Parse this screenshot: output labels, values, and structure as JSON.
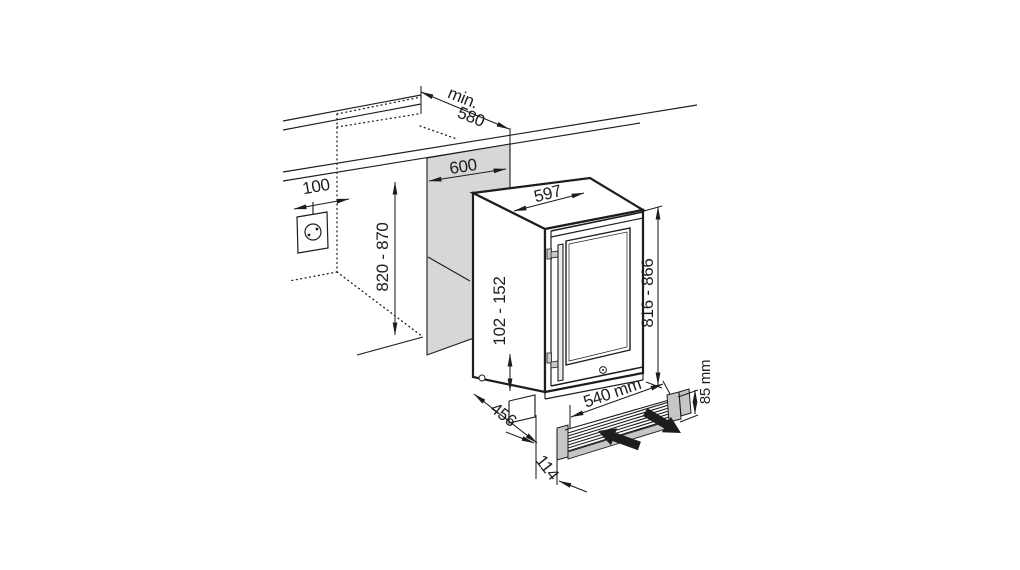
{
  "diagram_type": "appliance-built-under-installation-drawing",
  "unit": "mm",
  "colors": {
    "line": "#1d1d1b",
    "niche_panel_gray": "#d7d7d7",
    "vent_cap_gray": "#c6c6c6",
    "background": "#ffffff"
  },
  "dims": {
    "niche_depth": {
      "prefix": "min.",
      "value": "580"
    },
    "niche_width": {
      "value": "600"
    },
    "socket_offset": {
      "value": "100"
    },
    "niche_height": {
      "value": "820 - 870"
    },
    "appliance_width": {
      "value": "597"
    },
    "appliance_height": {
      "value": "816 - 866"
    },
    "base_height": {
      "value": "102 - 152"
    },
    "base_depth": {
      "value": "456"
    },
    "base_recess": {
      "value": "114"
    },
    "vent_width": {
      "value": "540 mm"
    },
    "vent_height": {
      "value": "85 mm"
    }
  }
}
